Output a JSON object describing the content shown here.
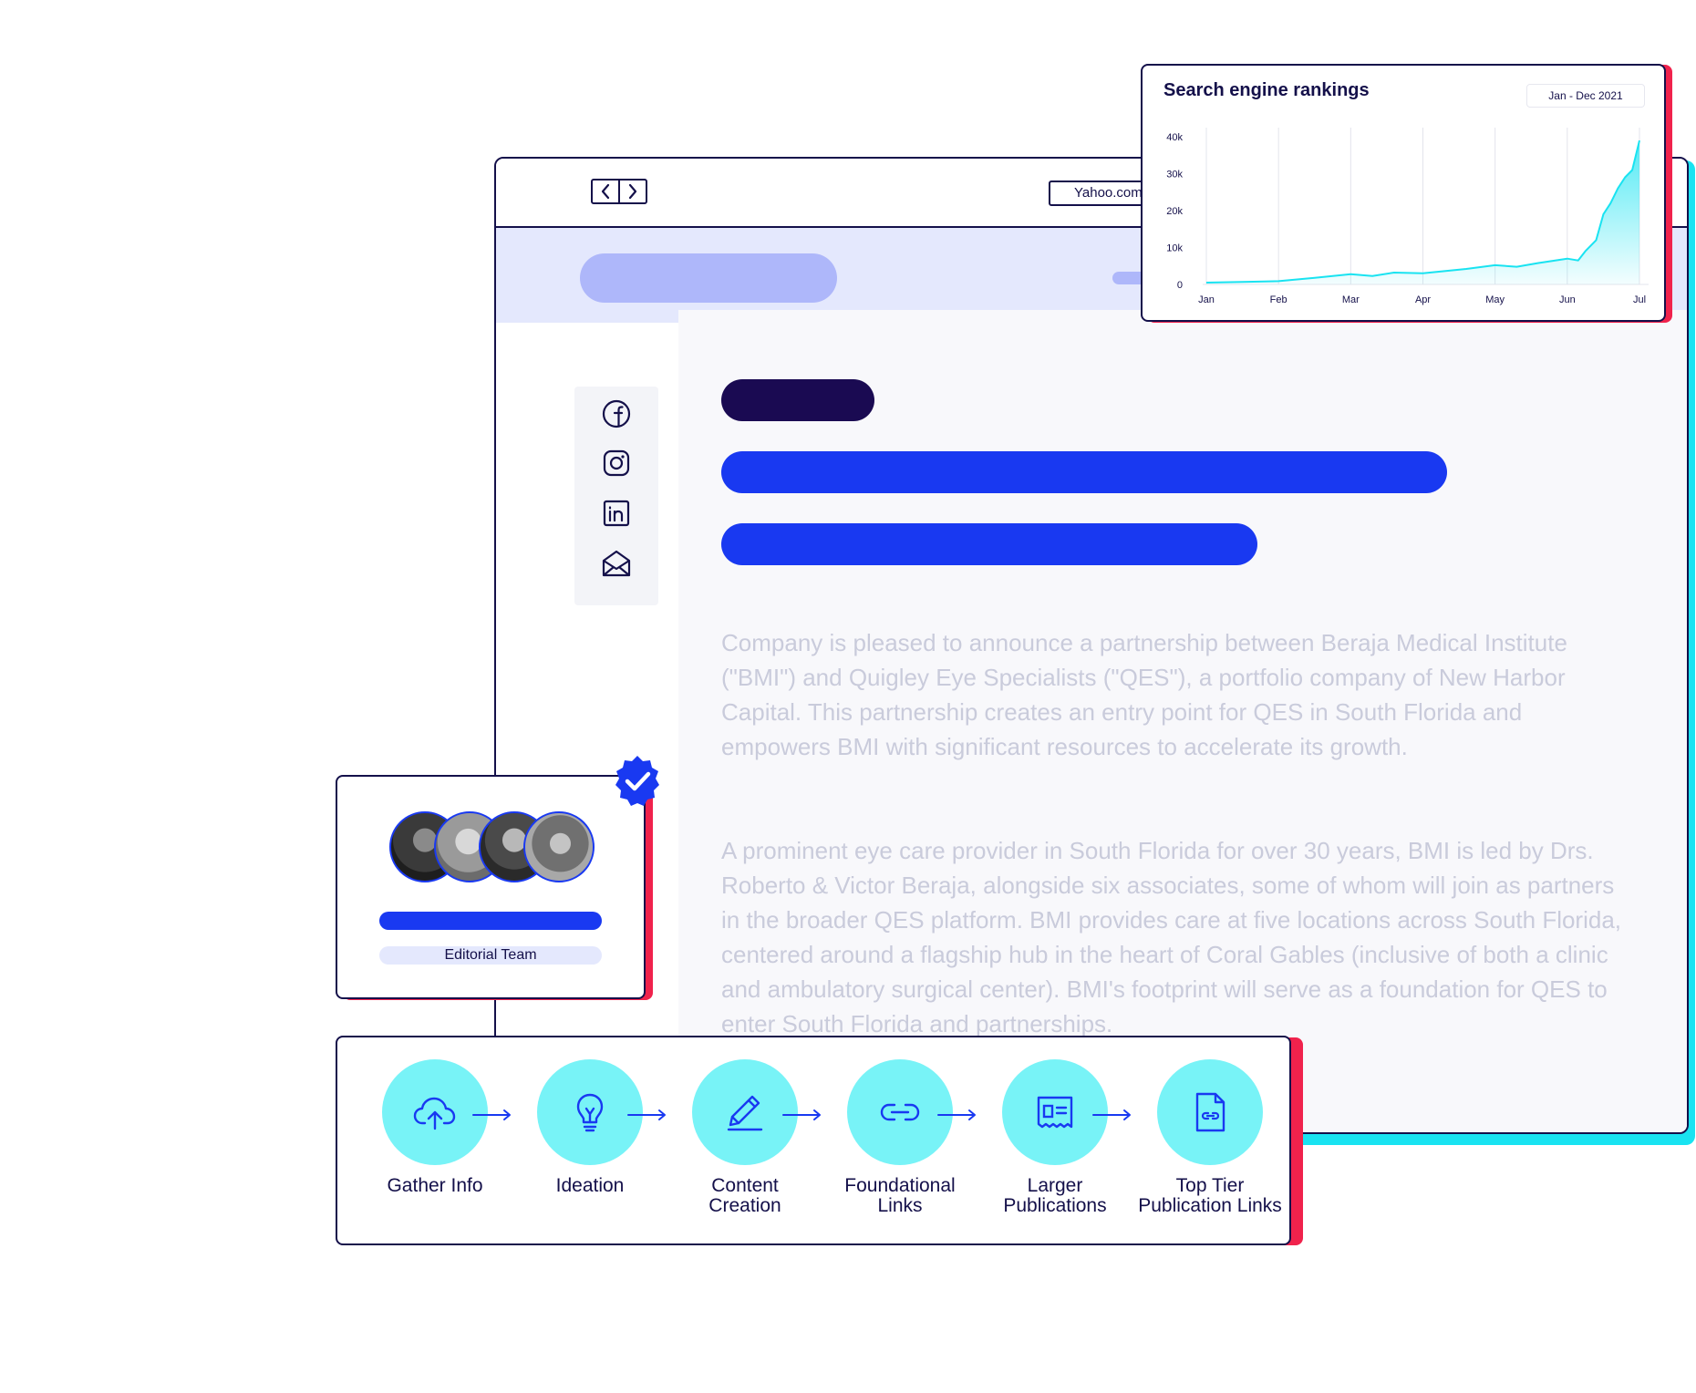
{
  "browser": {
    "url": "Yahoo.com",
    "article": {
      "paragraphs": [
        "Company is pleased to announce a partnership between Beraja Medical Institute (\"BMI\") and Quigley Eye Specialists (\"QES\"), a portfolio company of New Harbor Capital. This partnership creates an entry point for QES in South Florida and empowers BMI with significant resources to accelerate its growth.",
        "A prominent eye care provider in South Florida for over 30 years, BMI is led by Drs. Roberto & Victor Beraja, alongside six associates, some of whom will join as partners in the broader QES platform. BMI provides care at five locations across South Florida, centered around a flagship hub in the heart of Coral Gables (inclusive of both a clinic and ambulatory surgical center). BMI's footprint will serve as a foundation for QES to enter South Florida and partnerships."
      ]
    },
    "social_icons": [
      "facebook-icon",
      "instagram-icon",
      "linkedin-icon",
      "email-icon"
    ]
  },
  "chart": {
    "title": "Search engine rankings",
    "range_label": "Jan - Dec 2021"
  },
  "chart_data": {
    "type": "area",
    "title": "Search engine rankings",
    "x_tick_labels": [
      "Jan",
      "Feb",
      "Mar",
      "Apr",
      "May",
      "Jun",
      "Jul"
    ],
    "y_tick_labels": [
      "0",
      "10k",
      "20k",
      "30k",
      "40k"
    ],
    "ylim": [
      0,
      40000
    ],
    "xlim": [
      0,
      6
    ],
    "grid": "vertical",
    "color": "#19e3f1",
    "series": [
      {
        "x": [
          0,
          0.5,
          1,
          1.5,
          2,
          2.3,
          2.6,
          3,
          3.3,
          3.6,
          4,
          4.3,
          4.6,
          5,
          5.15,
          5.25,
          5.4,
          5.5,
          5.6,
          5.7,
          5.8,
          5.9,
          6
        ],
        "y": [
          500,
          700,
          900,
          1800,
          2800,
          2300,
          3200,
          3000,
          3600,
          4200,
          5200,
          4800,
          5800,
          7000,
          6500,
          9000,
          12000,
          19000,
          22000,
          26000,
          29000,
          31000,
          39000
        ]
      }
    ]
  },
  "team": {
    "label": "Editorial Team",
    "avatar_count": 4
  },
  "process": {
    "steps": [
      {
        "label": "Gather Info",
        "icon": "cloud-upload-icon"
      },
      {
        "label": "Ideation",
        "icon": "lightbulb-icon"
      },
      {
        "label": "Content\nCreation",
        "icon": "pencil-icon"
      },
      {
        "label": "Foundational\nLinks",
        "icon": "link-icon"
      },
      {
        "label": "Larger\nPublications",
        "icon": "newspaper-icon"
      },
      {
        "label": "Top Tier\nPublication Links",
        "icon": "document-link-icon"
      }
    ]
  },
  "colors": {
    "navy": "#14104a",
    "blue": "#1939f1",
    "cyan": "#78f3f7",
    "accent_red": "#f0224c",
    "accent_cyan": "#19e3f1"
  }
}
